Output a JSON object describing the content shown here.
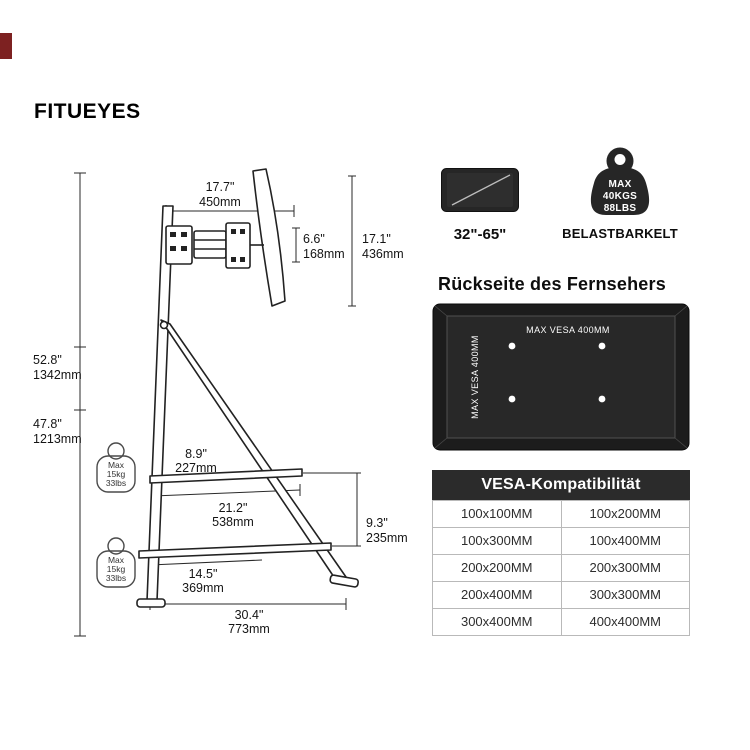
{
  "brand": {
    "part1": "FITU",
    "part2": "EYES"
  },
  "dims": {
    "top_width": {
      "in": "17.7\"",
      "mm": "450mm"
    },
    "arm_depth": {
      "in": "6.6\"",
      "mm": "168mm"
    },
    "plate_height": {
      "in": "17.1\"",
      "mm": "436mm"
    },
    "total_height": {
      "in": "52.8\"",
      "mm": "1342mm"
    },
    "stand_height": {
      "in": "47.8\"",
      "mm": "1213mm"
    },
    "top_shelf_depth": {
      "in": "8.9\"",
      "mm": "227mm"
    },
    "shelf_width": {
      "in": "21.2\"",
      "mm": "538mm"
    },
    "shelf_gap": {
      "in": "9.3\"",
      "mm": "235mm"
    },
    "bottom_shelf_depth": {
      "in": "14.5\"",
      "mm": "369mm"
    },
    "base_width": {
      "in": "30.4\"",
      "mm": "773mm"
    }
  },
  "shelf_badge": {
    "l1": "Max",
    "l2": "15kg",
    "l3": "33lbs"
  },
  "specs": {
    "tv_size": "32\"-65\"",
    "weight": {
      "l1": "MAX",
      "l2": "40KGS",
      "l3": "88LBS"
    },
    "weight_label": "BELASTBARKELT"
  },
  "vesa_panel": {
    "title": "Rückseite des Fernsehers",
    "label_horizontal": "MAX VESA 400MM",
    "label_vertical": "MAX VESA 400MM"
  },
  "vesa_table": {
    "title": "VESA-Kompatibilität",
    "rows": [
      [
        "100x100MM",
        "100x200MM"
      ],
      [
        "100x300MM",
        "100x400MM"
      ],
      [
        "200x200MM",
        "200x300MM"
      ],
      [
        "200x400MM",
        "300x300MM"
      ],
      [
        "300x400MM",
        "400x400MM"
      ]
    ]
  }
}
